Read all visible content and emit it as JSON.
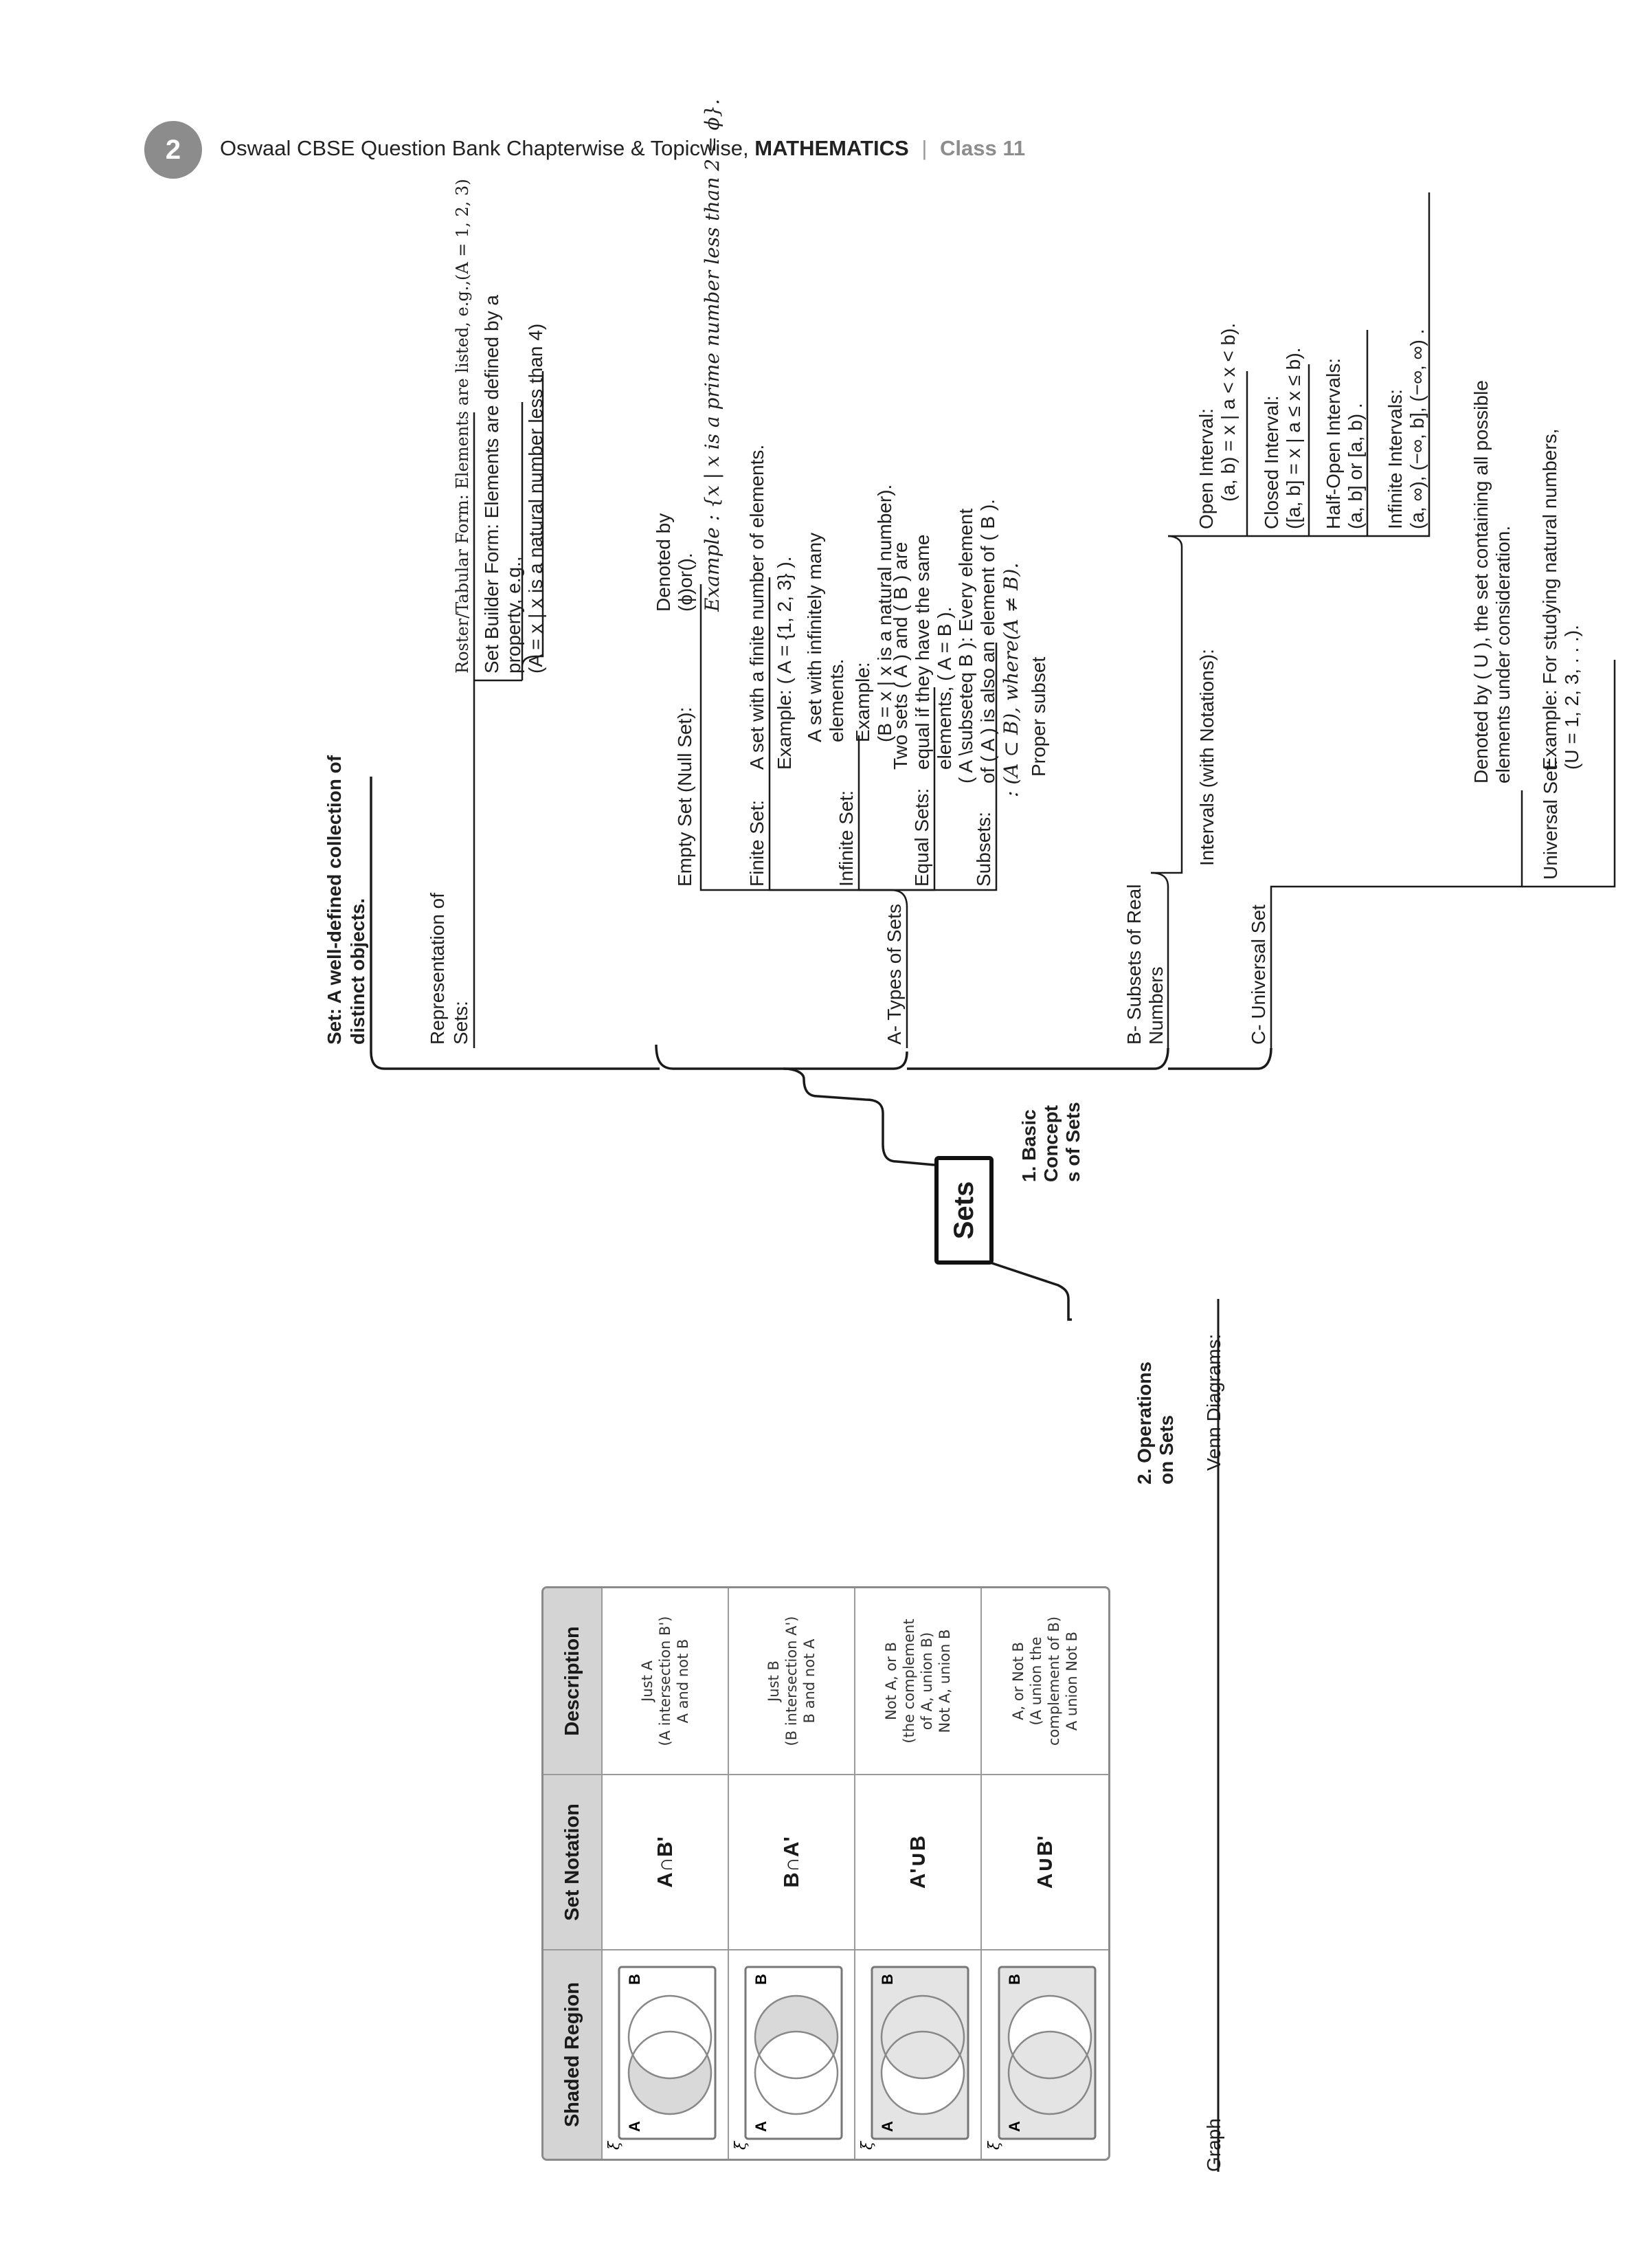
{
  "header": {
    "page_number": "2",
    "book_title": "Oswaal CBSE Question Bank Chapterwise & Topicwise,",
    "subject": "MATHEMATICS",
    "separator": "|",
    "class_label": "Class 11"
  },
  "mindmap": {
    "root": "Sets",
    "branch1": {
      "title_line1": "1. Basic",
      "title_line2": "Concept",
      "title_line3": "s of Sets",
      "set_def_line1": "Set: A well-defined collection of",
      "set_def_line2": "distinct objects.",
      "representation": {
        "title_line1": "Representation of",
        "title_line2": "Sets:",
        "roster": "Roster/Tabular Form: Elements are listed, e.g.,(A = 1, 2, 3)",
        "builder_line1": "Set Builder Form: Elements are defined by a",
        "builder_line2": "property, e.g.,",
        "builder_line3": "(A = x | x is a natural number less than 4)"
      },
      "types": {
        "title": "A- Types of Sets",
        "empty": {
          "label": "Empty Set (Null Set):",
          "denoted_line1": "Denoted by",
          "denoted_line2": "(ϕ)or().",
          "example": "Example : {x | x is a prime number less than 2 = ϕ}."
        },
        "finite": {
          "label": "Finite Set:",
          "def": "A set with a finite number of elements.",
          "example": "Example: ( A = {1, 2, 3} )."
        },
        "infinite": {
          "label": "Infinite Set:",
          "def_line1": "A set with infinitely many",
          "def_line2": "elements.",
          "example_label": "Example:",
          "example": "(B = x | x is a natural number)."
        },
        "equal": {
          "label": "Equal Sets:",
          "def_line1": "Two sets ( A ) and ( B ) are",
          "def_line2": "equal if they have the same",
          "def_line3": "elements, ( A = B )."
        },
        "subsets": {
          "label": "Subsets:",
          "def_line1": "( A \\subseteq B ): Every element",
          "def_line2": "of ( A ) is also an element of ( B ).",
          "proper": ": (A ⊂ B), where(A ≠ B).",
          "proper_label": "Proper subset"
        }
      },
      "intervals": {
        "title_line1": "B- Subsets of Real",
        "title_line2": "Numbers",
        "label": "Intervals (with Notations):",
        "open_label": "Open Interval:",
        "open": "(a, b) = x | a < x < b).",
        "closed_label": "Closed Interval:",
        "closed": "([a, b] = x | a ≤ x ≤ b).",
        "half_label": "Half-Open Intervals:",
        "half": "(a, b] or [a, b) .",
        "infinite_label": "Infinite Intervals:",
        "infinite": "(a, ∞), (−∞, b], (−∞, ∞) ."
      },
      "universal": {
        "title": "C- Universal Set",
        "label": "Universal Set:",
        "def_line1": "Denoted by ( U ), the set containing all possible",
        "def_line2": "elements under consideration.",
        "example_line1": "Example: For studying natural numbers,",
        "example_line2": "(U = 1, 2, 3, . . .)."
      }
    },
    "branch2": {
      "title_line1": "2. Operations",
      "title_line2": "on Sets",
      "venn_label": "Venn Diagrams:",
      "graph_label": "Graph"
    }
  },
  "venn_table": {
    "headers": [
      "Shaded Region",
      "Set Notation",
      "Description"
    ],
    "universe_symbol": "ξ",
    "label_a": "A",
    "label_b": "B",
    "rows": [
      {
        "notation": "A∩B'",
        "desc1": "Just A",
        "desc2": "(A intersection B')",
        "desc3": "A and not B",
        "desc4": ""
      },
      {
        "notation": "B∩A'",
        "desc1": "Just B",
        "desc2": "(B intersection A')",
        "desc3": "B and not A",
        "desc4": ""
      },
      {
        "notation": "A'∪B",
        "desc1": "Not A, or B",
        "desc2": "(the complement",
        "desc3": "of A, union B)",
        "desc4": "Not A, union B"
      },
      {
        "notation": "A∪B'",
        "desc1": "A, or Not B",
        "desc2": "(A union the",
        "desc3": "complement of B)",
        "desc4": "A union Not B"
      }
    ]
  }
}
